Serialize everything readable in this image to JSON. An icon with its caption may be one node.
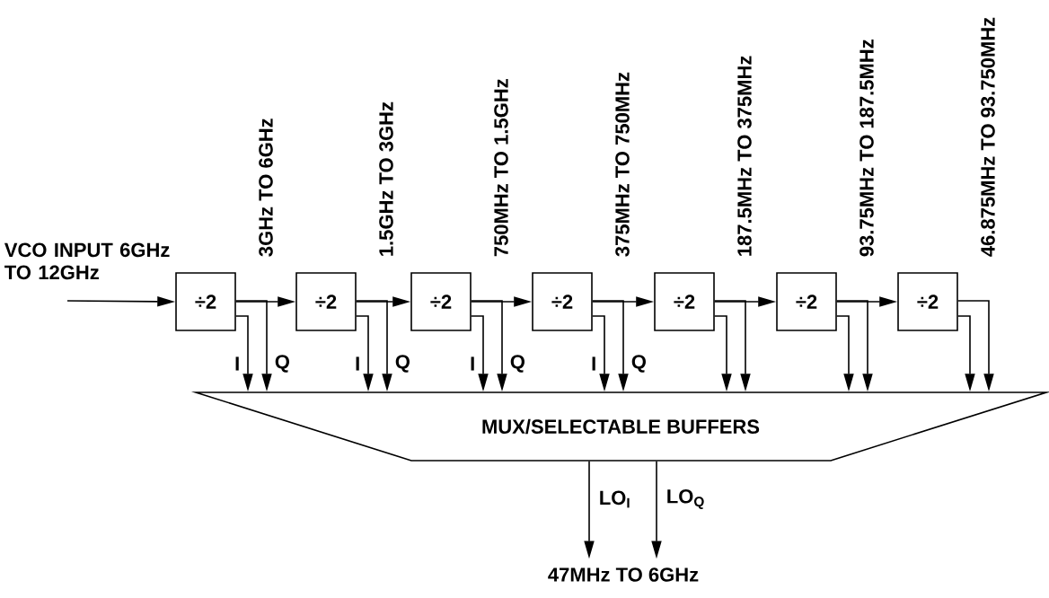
{
  "diagram": {
    "nodes": [
      {
        "text": [
          "÷2"
        ],
        "beside": [
          "3GHz TO 6GHz"
        ]
      },
      {
        "text": [
          "÷2"
        ],
        "beside": [
          "1.5GHz TO 3GHz"
        ]
      },
      {
        "text": [
          "÷2"
        ],
        "beside": [
          "750MHz TO 1.5GHz"
        ]
      },
      {
        "text": [
          "÷2"
        ],
        "beside": [
          "375MHz TO 750MHz"
        ]
      },
      {
        "text": [
          "÷2"
        ],
        "beside": [
          "187.5MHz TO 375MHz"
        ]
      },
      {
        "text": [
          "÷2"
        ],
        "beside": [
          "93.75MHz TO 187.5MHz"
        ]
      },
      {
        "text": [
          "÷2"
        ],
        "beside": [
          "46.875MHz TO 93.750MHz"
        ]
      },
      {
        "text": [
          "MUX/SELECTABLE BUFFERS"
        ]
      },
      {
        "text": [
          "47MHz TO 6GHz"
        ]
      }
    ],
    "edges": [
      {
        "from": null,
        "to": 0,
        "arrow": "to",
        "label": "VCO INPUT 6GHz TO 12GHz"
      },
      {
        "from": 0,
        "to": 1,
        "arrow": "to"
      },
      {
        "from": 1,
        "to": 2,
        "arrow": "to"
      },
      {
        "from": 2,
        "to": 3,
        "arrow": "to"
      },
      {
        "from": 3,
        "to": 4,
        "arrow": "to"
      },
      {
        "from": 4,
        "to": 5,
        "arrow": "to"
      },
      {
        "from": 5,
        "to": 6,
        "arrow": "to"
      },
      {
        "from": 0,
        "to": 7,
        "arrow": "to",
        "label": "I"
      },
      {
        "from": 0,
        "to": 7,
        "arrow": "to",
        "label": "Q"
      },
      {
        "from": 1,
        "to": 7,
        "arrow": "to",
        "label": "I"
      },
      {
        "from": 1,
        "to": 7,
        "arrow": "to",
        "label": "Q"
      },
      {
        "from": 2,
        "to": 7,
        "arrow": "to",
        "label": "I"
      },
      {
        "from": 2,
        "to": 7,
        "arrow": "to",
        "label": "Q"
      },
      {
        "from": 3,
        "to": 7,
        "arrow": "to",
        "label": "I"
      },
      {
        "from": 3,
        "to": 7,
        "arrow": "to",
        "label": "Q"
      },
      {
        "from": 4,
        "to": 7,
        "arrow": "to"
      },
      {
        "from": 4,
        "to": 7,
        "arrow": "to"
      },
      {
        "from": 5,
        "to": 7,
        "arrow": "to"
      },
      {
        "from": 5,
        "to": 7,
        "arrow": "to"
      },
      {
        "from": 6,
        "to": 7,
        "arrow": "to"
      },
      {
        "from": 6,
        "to": 7,
        "arrow": "to"
      },
      {
        "from": 7,
        "to": 8,
        "arrow": "to",
        "label": "LO$_{I}$"
      },
      {
        "from": 7,
        "to": 8,
        "arrow": "to",
        "label": "LO$_{Q}$"
      }
    ]
  }
}
